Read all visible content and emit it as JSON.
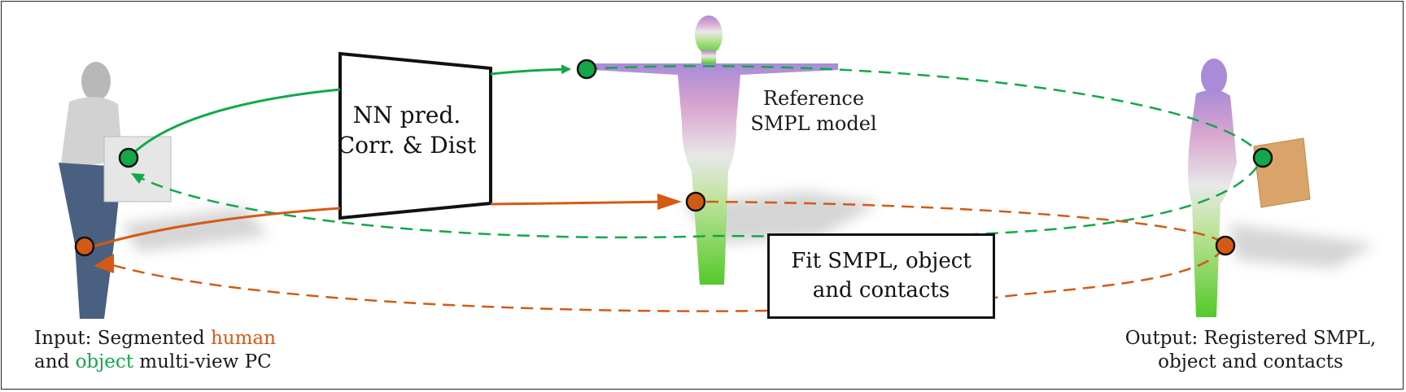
{
  "colors": {
    "green": "#12a84a",
    "orange": "#d45a14",
    "black": "#111111"
  },
  "nn_box": {
    "line1": "NN pred.",
    "line2": "Corr. & Dist"
  },
  "reference": {
    "line1": "Reference",
    "line2": "SMPL model"
  },
  "fit_box": {
    "line1": "Fit SMPL, object",
    "line2": "and contacts"
  },
  "input_label": {
    "prefix": "Input: Segmented ",
    "human": "human",
    "and": "and ",
    "object": "object",
    "suffix": " multi-view PC"
  },
  "output_label": {
    "line1": "Output: Registered SMPL,",
    "line2": "object and contacts"
  }
}
